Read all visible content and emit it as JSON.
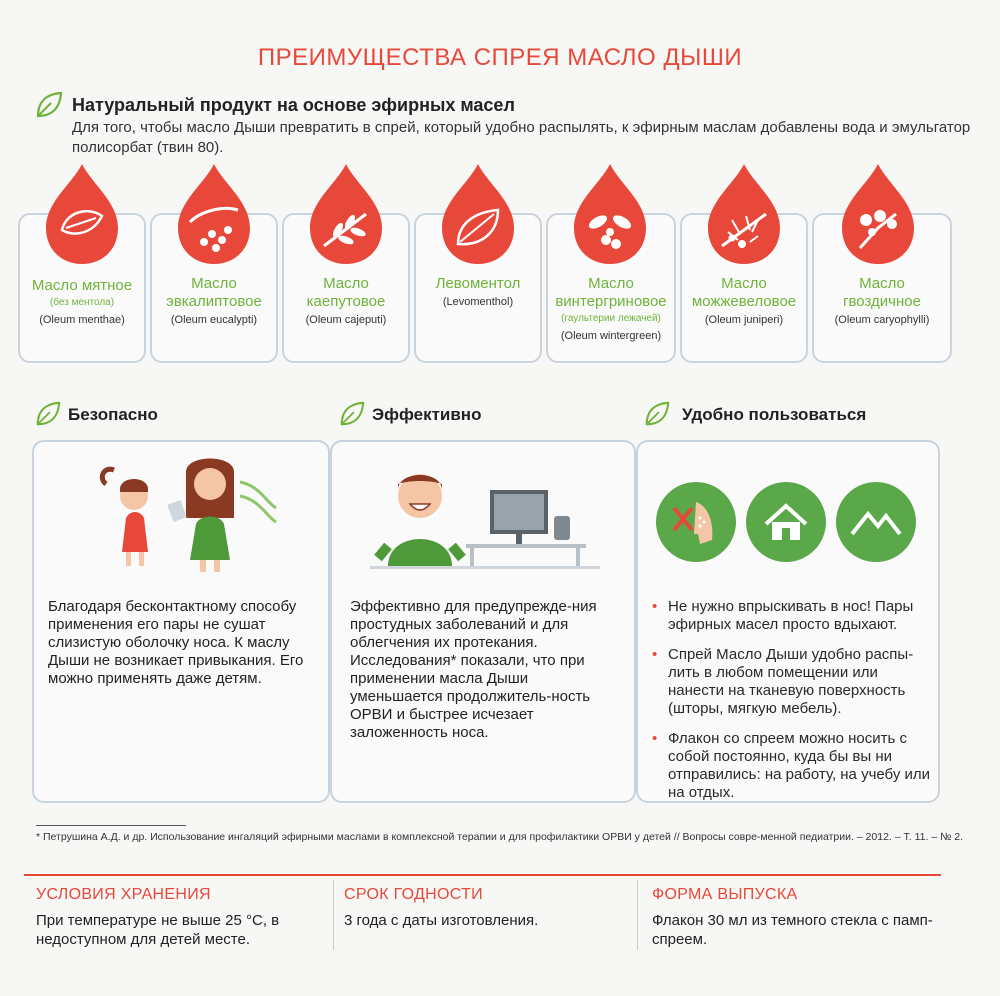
{
  "title": "ПРЕИМУЩЕСТВА СПРЕЯ МАСЛО ДЫШИ",
  "intro": {
    "heading": "Натуральный продукт на основе эфирных масел",
    "text": "Для того, чтобы масло Дыши превратить в спрей, который удобно распылять, к эфирным маслам добавлены вода и эмульгатор полисорбат (твин 80)."
  },
  "oils": [
    {
      "name": "Масло мятное",
      "note": "(без ментола)",
      "latin": "(Oleum menthae)",
      "icon": "mint-leaf-icon"
    },
    {
      "name": "Масло\nэвкалиптовое",
      "note": "",
      "latin": "(Oleum eucalypti)",
      "icon": "eucalyptus-icon"
    },
    {
      "name": "Масло\nкаепутовое",
      "note": "",
      "latin": "(Oleum cajeputi)",
      "icon": "cajeput-sprig-icon"
    },
    {
      "name": "Левоментол",
      "note": "",
      "latin": "(Levomenthol)",
      "icon": "leaf-icon"
    },
    {
      "name": "Масло\nвинтергриновое",
      "note": "(гаультерии лежачей)",
      "latin": "(Oleum wintergreen)",
      "icon": "wintergreen-berries-icon"
    },
    {
      "name": "Масло\nможжевеловое",
      "note": "",
      "latin": "(Oleum juniperi)",
      "icon": "juniper-icon"
    },
    {
      "name": "Масло\nгвоздичное",
      "note": "",
      "latin": "(Oleum caryophylli)",
      "icon": "clove-icon"
    }
  ],
  "features": [
    {
      "heading": "Безопасно",
      "text": "Благодаря бесконтактному способу применения его пары не сушат слизистую оболочку носа. К маслу Дыши не возникает привыкания. Его можно применять даже детям."
    },
    {
      "heading": "Эффективно",
      "text": "Эффективно для предупрежде-ния простудных заболеваний и для облегчения их протекания. Исследования* показали, что при применении масла Дыши уменьшается продолжитель-ность ОРВИ и быстрее исчезает заложенность носа."
    },
    {
      "heading": "Удобно пользоваться",
      "bullets": [
        "Не нужно впрыскивать в нос! Пары эфирных масел просто вдыхают.",
        "Спрей Масло Дыши удобно распы-лить в любом помещении или нанести на тканевую поверхность (шторы, мягкую мебель).",
        "Флакон со спреем можно носить с собой постоянно, куда бы вы ни отправились: на работу, на учебу или на отдых."
      ]
    }
  ],
  "footnote": "* Петрушина А.Д. и др. Использование ингаляций эфирными маслами в комплексной терапии и для профилактики ОРВИ у детей // Вопросы совре-менной педиатрии. – 2012. – Т. 11. – № 2.",
  "bottom": [
    {
      "heading": "УСЛОВИЯ ХРАНЕНИЯ",
      "text": "При температуре не выше 25 °С, в недоступном для детей месте."
    },
    {
      "heading": "СРОК ГОДНОСТИ",
      "text": "3 года с даты изготовления."
    },
    {
      "heading": "ФОРМА ВЫПУСКА",
      "text": "Флакон 30 мл из темного стекла с памп-спреем."
    }
  ],
  "colors": {
    "accent_red": "#e8483a",
    "accent_green": "#6fb33a",
    "card_border": "#c8d3df"
  }
}
